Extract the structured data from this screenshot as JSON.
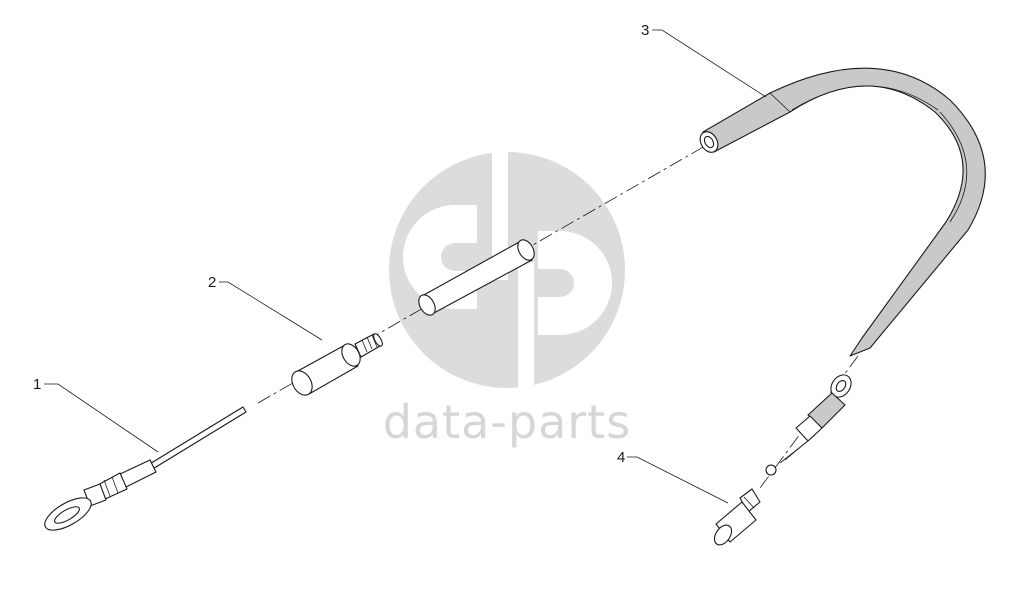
{
  "watermark": {
    "text": "data-parts",
    "logo": "dp-logo-icon",
    "color": "#d6d6d6"
  },
  "callouts": [
    {
      "id": "1",
      "label": "1"
    },
    {
      "id": "2",
      "label": "2"
    },
    {
      "id": "3",
      "label": "3"
    },
    {
      "id": "4",
      "label": "4"
    }
  ],
  "colors": {
    "line": "#1a1a1a",
    "fill": "#ffffff",
    "shade": "#c9c9c9"
  }
}
